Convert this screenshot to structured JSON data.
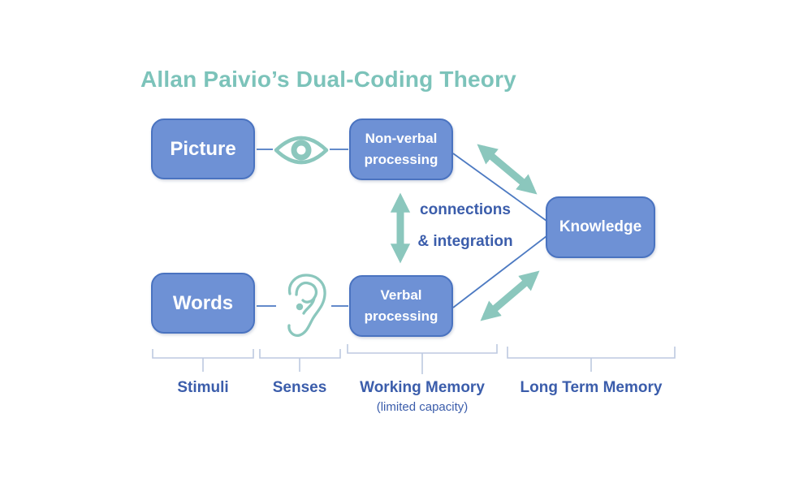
{
  "title": "Allan Paivio’s Dual-Coding Theory",
  "colors": {
    "title_teal": "#7cc3ba",
    "icon_arrow_teal": "#8bc7bd",
    "box_fill": "#6e91d5",
    "box_border": "#4a73c0",
    "connector_blue": "#4d7ac2",
    "label_blue": "#3b5dab",
    "bracket_blue": "#bdc9e0",
    "box_text": "#ffffff",
    "background": "#ffffff"
  },
  "boxes": {
    "picture": "Picture",
    "words": "Words",
    "nonverbal": "Non-verbal processing",
    "verbal": "Verbal processing",
    "knowledge": "Knowledge"
  },
  "icons": {
    "eye": "eye-icon",
    "ear": "ear-icon"
  },
  "annotations": {
    "connections_line1": "connections",
    "connections_line2": "& integration"
  },
  "stages": [
    {
      "label": "Stimuli",
      "sublabel": ""
    },
    {
      "label": "Senses",
      "sublabel": ""
    },
    {
      "label": "Working Memory",
      "sublabel": "(limited capacity)"
    },
    {
      "label": "Long Term Memory",
      "sublabel": ""
    }
  ]
}
